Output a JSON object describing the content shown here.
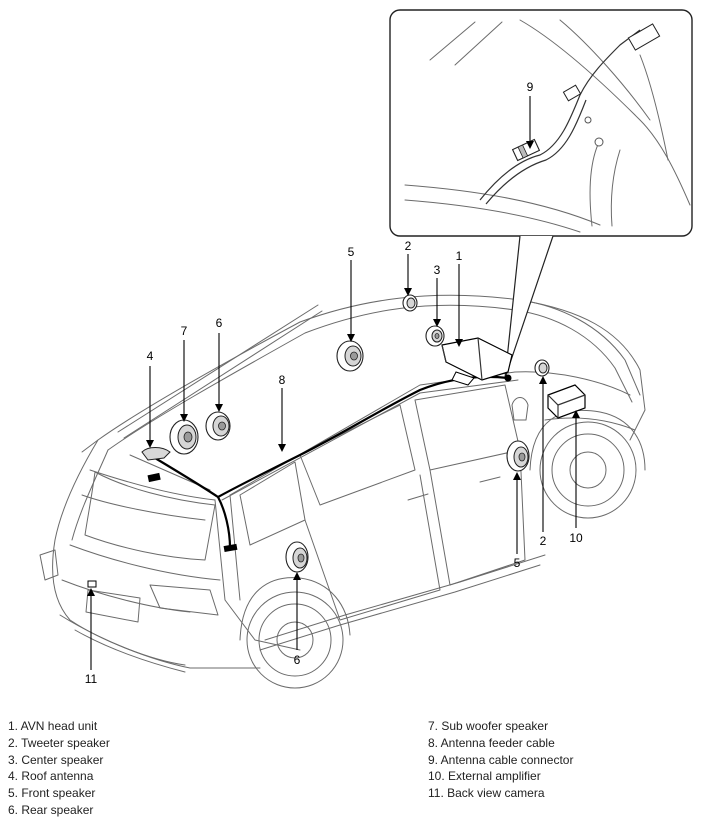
{
  "callouts": {
    "c1": "1",
    "c2a": "2",
    "c2b": "2",
    "c3": "3",
    "c4": "4",
    "c5a": "5",
    "c5b": "5",
    "c6a": "6",
    "c6b": "6",
    "c7": "7",
    "c8": "8",
    "c9": "9",
    "c10": "10",
    "c11": "11"
  },
  "legend": {
    "left": [
      "1. AVN head unit",
      "2. Tweeter speaker",
      "3. Center speaker",
      "4. Roof antenna",
      "5. Front speaker",
      "6. Rear speaker"
    ],
    "right": [
      "7. Sub woofer speaker",
      "8. Antenna feeder cable",
      "9. Antenna cable connector",
      "10. External amplifier",
      "11. Back view camera"
    ]
  }
}
